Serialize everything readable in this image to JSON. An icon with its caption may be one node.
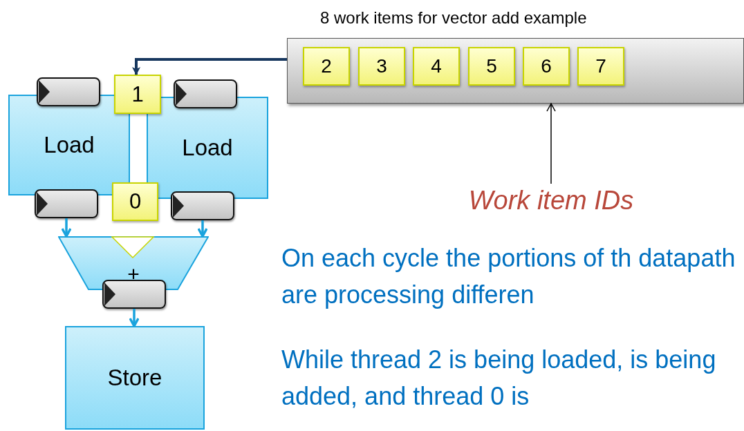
{
  "diagram": {
    "nodes": [
      {
        "text": [
          "8 work items for vector add example"
        ]
      },
      {
        "text": [
          "2"
        ],
        "in": 0
      },
      {
        "text": [
          "3"
        ],
        "in": 0
      },
      {
        "text": [
          "4"
        ],
        "in": 0
      },
      {
        "text": [
          "5"
        ],
        "in": 0
      },
      {
        "text": [
          "6"
        ],
        "in": 0
      },
      {
        "text": [
          "7"
        ],
        "in": 0
      },
      {
        "text": [],
        "shape": "box"
      },
      {
        "text": [
          "1"
        ]
      },
      {
        "text": [],
        "shape": "box"
      },
      {
        "text": [
          "Load"
        ]
      },
      {
        "text": [
          "Load"
        ]
      },
      {
        "text": [],
        "shape": "box"
      },
      {
        "text": [
          "0"
        ]
      },
      {
        "text": [],
        "shape": "box"
      },
      {
        "text": [
          "+"
        ]
      },
      {
        "text": [],
        "shape": "box"
      },
      {
        "text": [
          "Store"
        ]
      },
      {
        "text": [
          "Work item IDs"
        ]
      }
    ],
    "edges": [
      {
        "from": 0,
        "to": 8,
        "arrow": "to",
        "color": "#17375e"
      },
      {
        "from": 18,
        "to": 0,
        "arrow": "to",
        "color": "#000000"
      },
      {
        "from": 12,
        "to": 15,
        "arrow": "to"
      },
      {
        "from": 14,
        "to": 15,
        "arrow": "to"
      },
      {
        "from": 16,
        "to": 17,
        "arrow": "to"
      }
    ],
    "labels": [
      "On each cycle the portions of th datapath are processing differen",
      "While thread 2 is being loaded, is being added, and thread 0 is"
    ]
  }
}
